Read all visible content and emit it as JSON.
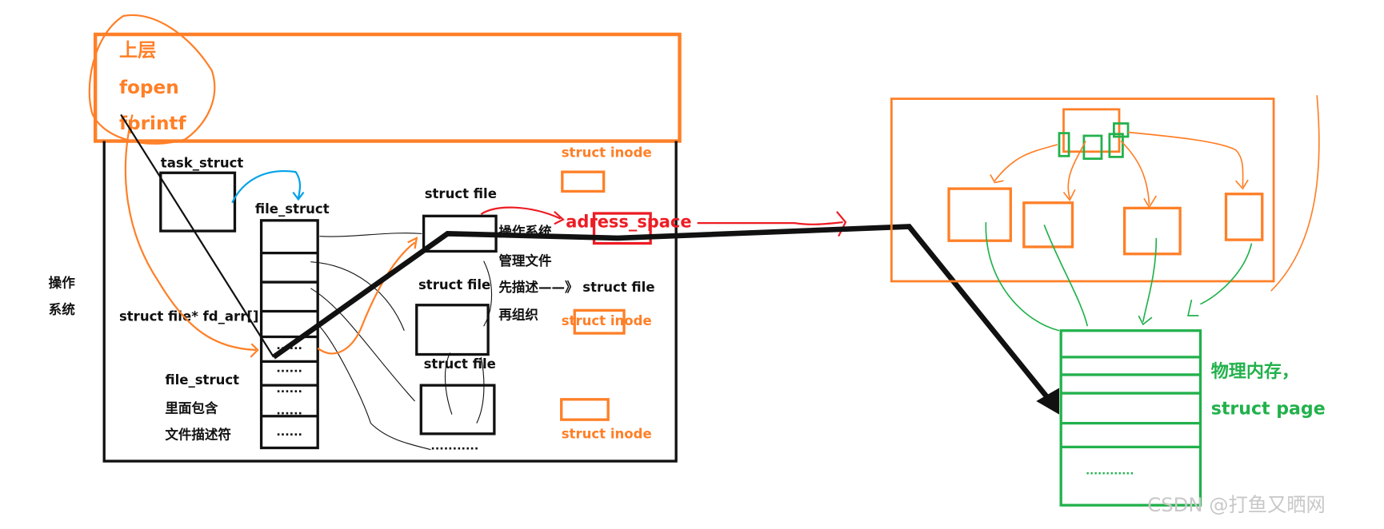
{
  "colors": {
    "orange": "#ff7f27",
    "green": "#22b14c",
    "red": "#ed1c24",
    "blue": "#00a2e8",
    "black": "#111111"
  },
  "upper_layer": {
    "title": "上层",
    "fn1": "fopen",
    "fn2": "fprintf"
  },
  "os_label": {
    "line1": "操作",
    "line2": "系统"
  },
  "task_struct": "task_struct",
  "file_struct_top": "file_struct",
  "fd_arr": "struct file* fd_arr[]",
  "file_struct_note": {
    "line1": "file_struct",
    "line2": "里面包含",
    "line3": "文件描述符"
  },
  "array_dots": "......",
  "struct_file_1": "struct file",
  "struct_file_2": "struct file",
  "struct_file_3": "struct file",
  "struct_file_more": "...........",
  "os_notes": {
    "line1": "操作系统",
    "line2": "管理文件",
    "line3": "先描述——》 struct file",
    "line4": "再组织"
  },
  "inode_1": "struct inode",
  "inode_2": "struct inode",
  "inode_3": "struct inode",
  "address_space": "adress_space",
  "physical_memory": {
    "line1": "物理内存，",
    "line2": "struct page",
    "dots": "............"
  },
  "watermark": "CSDN @打鱼又晒网"
}
